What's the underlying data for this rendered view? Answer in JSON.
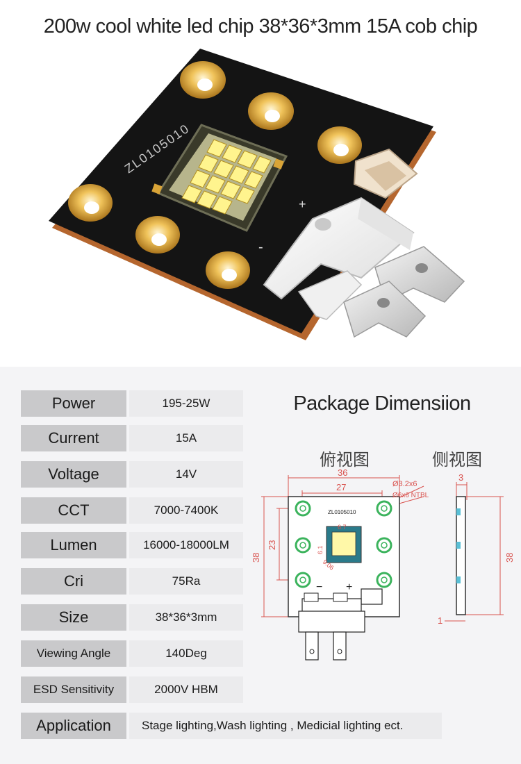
{
  "title": "200w cool white led chip 38*36*3mm 15A cob chip",
  "product_image": {
    "pcb_marking": "ZL0105010",
    "plus_sign": "+",
    "minus_sign": "-"
  },
  "specs": [
    {
      "label": "Power",
      "value": "195-25W"
    },
    {
      "label": "Current",
      "value": "15A"
    },
    {
      "label": "Voltage",
      "value": "14V"
    },
    {
      "label": "CCT",
      "value": "7000-7400K"
    },
    {
      "label": "Lumen",
      "value": "16000-18000LM"
    },
    {
      "label": "Cri",
      "value": "75Ra"
    },
    {
      "label": "Size",
      "value": "38*36*3mm"
    },
    {
      "label": "Viewing Angle",
      "value": "140Deg"
    },
    {
      "label": "ESD Sensitivity",
      "value": "2000V HBM"
    },
    {
      "label": "Application",
      "value": "Stage lighting,Wash lighting , Medicial lighting ect."
    }
  ],
  "package": {
    "title": "Package Dimensiion",
    "top_view_label": "俯视图",
    "side_view_label": "侧视图",
    "dim_36": "36",
    "dim_27": "27",
    "dim_23": "23",
    "dim_38_left": "38",
    "dim_38_right": "38",
    "dim_3": "3",
    "dim_1": "1",
    "dim_67": "6.7",
    "dim_61": "6.1",
    "dim_906": "9.06",
    "hole_note_1": "Ø3.2x6",
    "hole_note_2": "Ø6x6 NTBL",
    "chip_marking": "ZL0105010",
    "minus": "−",
    "plus": "+"
  },
  "colors": {
    "pcb_black": "#111111",
    "gold": "#d9a437",
    "copper_edge": "#b5662e",
    "dimension_red": "#d9534f",
    "drawing_green": "#3bb35c",
    "label_bg": "#c9c9cb",
    "value_bg": "#ebebed"
  }
}
